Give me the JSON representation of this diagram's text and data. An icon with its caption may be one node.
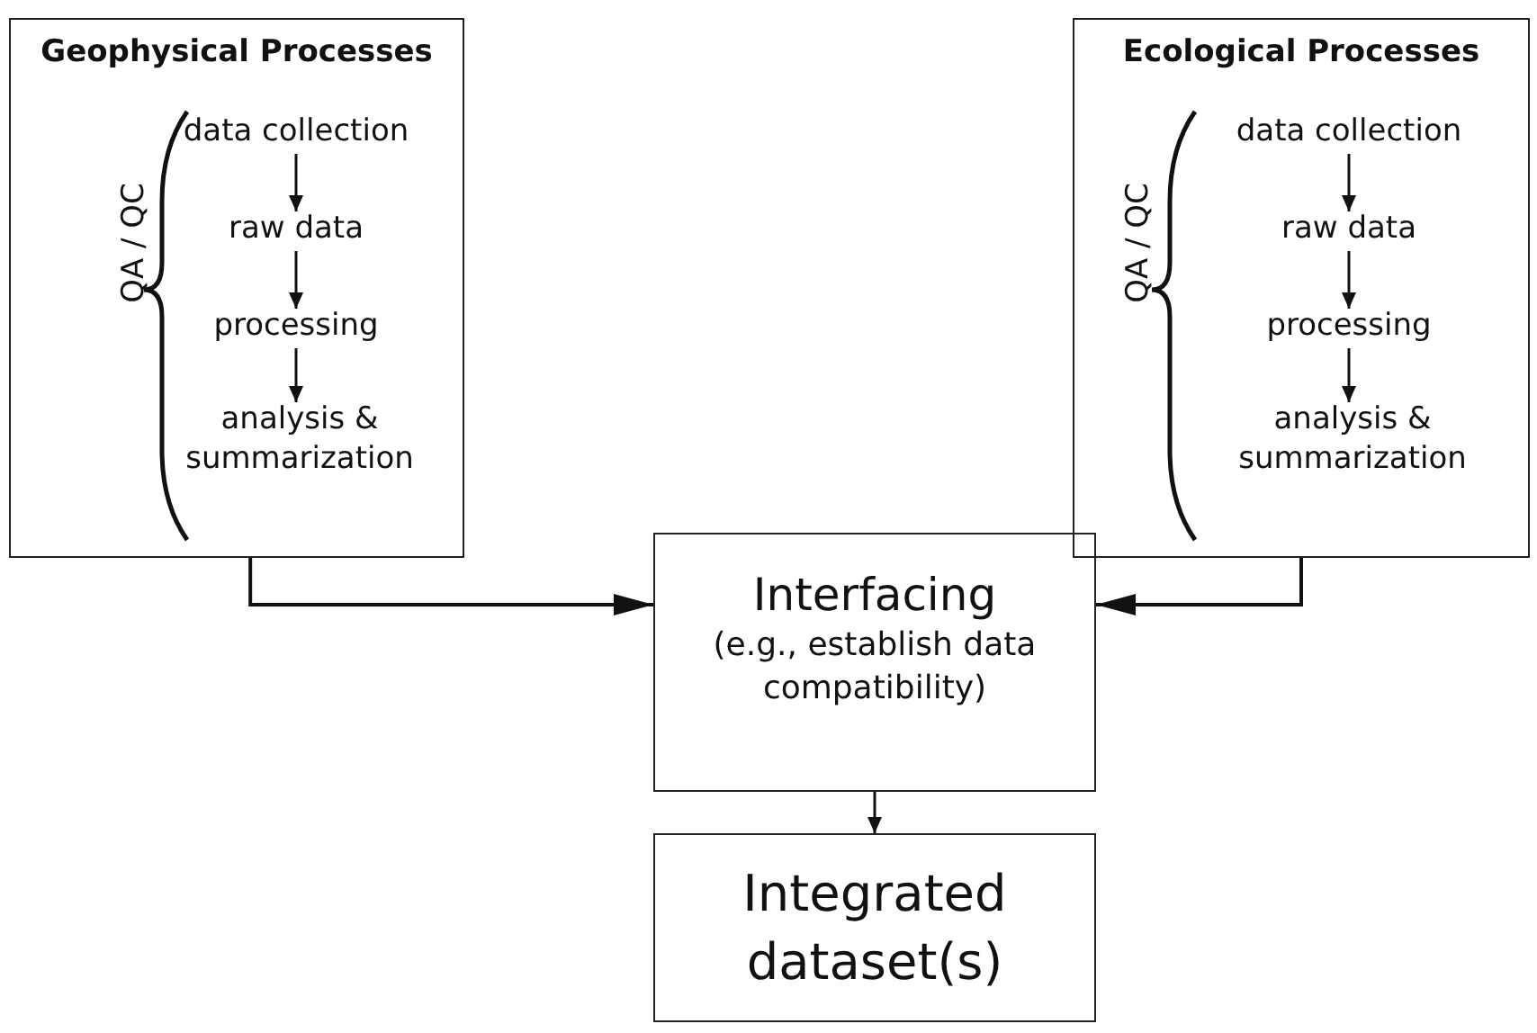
{
  "diagram": {
    "nodes": [
      {
        "text": [
          "Geophysical Processes"
        ]
      },
      {
        "text": [
          "data collection"
        ],
        "in": 0
      },
      {
        "text": [
          "raw data"
        ],
        "in": 0
      },
      {
        "text": [
          "processing"
        ],
        "in": 0
      },
      {
        "text": [
          "analysis & summarization"
        ],
        "in": 0
      },
      {
        "text": [
          "Ecological Processes"
        ]
      },
      {
        "text": [
          "data collection"
        ],
        "in": 5
      },
      {
        "text": [
          "raw data"
        ],
        "in": 5
      },
      {
        "text": [
          "processing"
        ],
        "in": 5
      },
      {
        "text": [
          "analysis & summarization"
        ],
        "in": 5
      },
      {
        "text": [
          "Interfacing",
          "(e.g., establish data compatibility)"
        ]
      },
      {
        "text": [
          "Integrated dataset(s)"
        ]
      }
    ],
    "edges": [
      {
        "from": 1,
        "to": 2,
        "arrow": "to"
      },
      {
        "from": 2,
        "to": 3,
        "arrow": "to"
      },
      {
        "from": 3,
        "to": 4,
        "arrow": "to"
      },
      {
        "from": 6,
        "to": 7,
        "arrow": "to"
      },
      {
        "from": 7,
        "to": 8,
        "arrow": "to"
      },
      {
        "from": 8,
        "to": 9,
        "arrow": "to"
      },
      {
        "from": 0,
        "to": 10,
        "arrow": "to"
      },
      {
        "from": 5,
        "to": 10,
        "arrow": "to"
      },
      {
        "from": 10,
        "to": 11,
        "arrow": "to"
      }
    ],
    "labels": [
      "QA / QC",
      "QA / QC"
    ]
  }
}
